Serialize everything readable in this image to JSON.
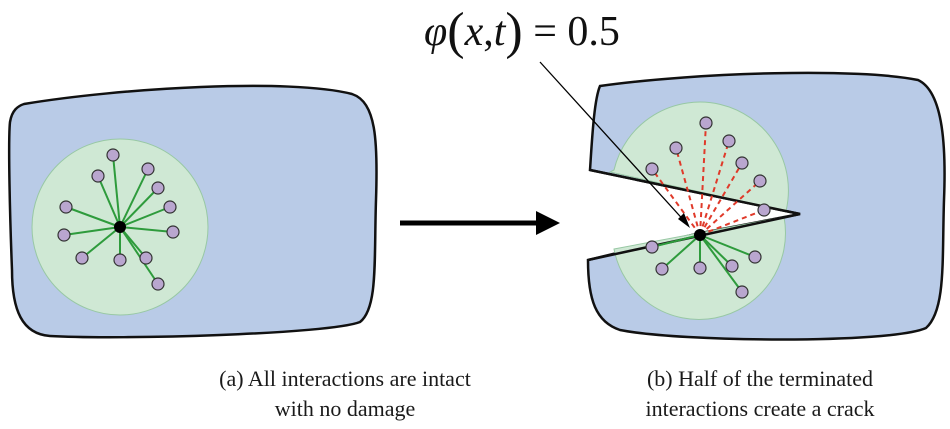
{
  "annotation": {
    "phi": "φ",
    "open": "(",
    "x": "x",
    "comma": ",",
    "t": "t",
    "close": ")",
    "equals": " = 0.5"
  },
  "captions": {
    "a_line1": "(a) All interactions are intact",
    "a_line2": "with no damage",
    "b_line1": "(b) Half of the terminated",
    "b_line2": "interactions create a crack"
  },
  "colors": {
    "body_fill": "#b9cbe7",
    "horizon_fill": "#cfe8d4",
    "bond_intact": "#2e9b3c",
    "bond_broken": "#e03a2a",
    "node": "#b9a6cf",
    "center_node": "#000000",
    "outline": "#111111"
  }
}
